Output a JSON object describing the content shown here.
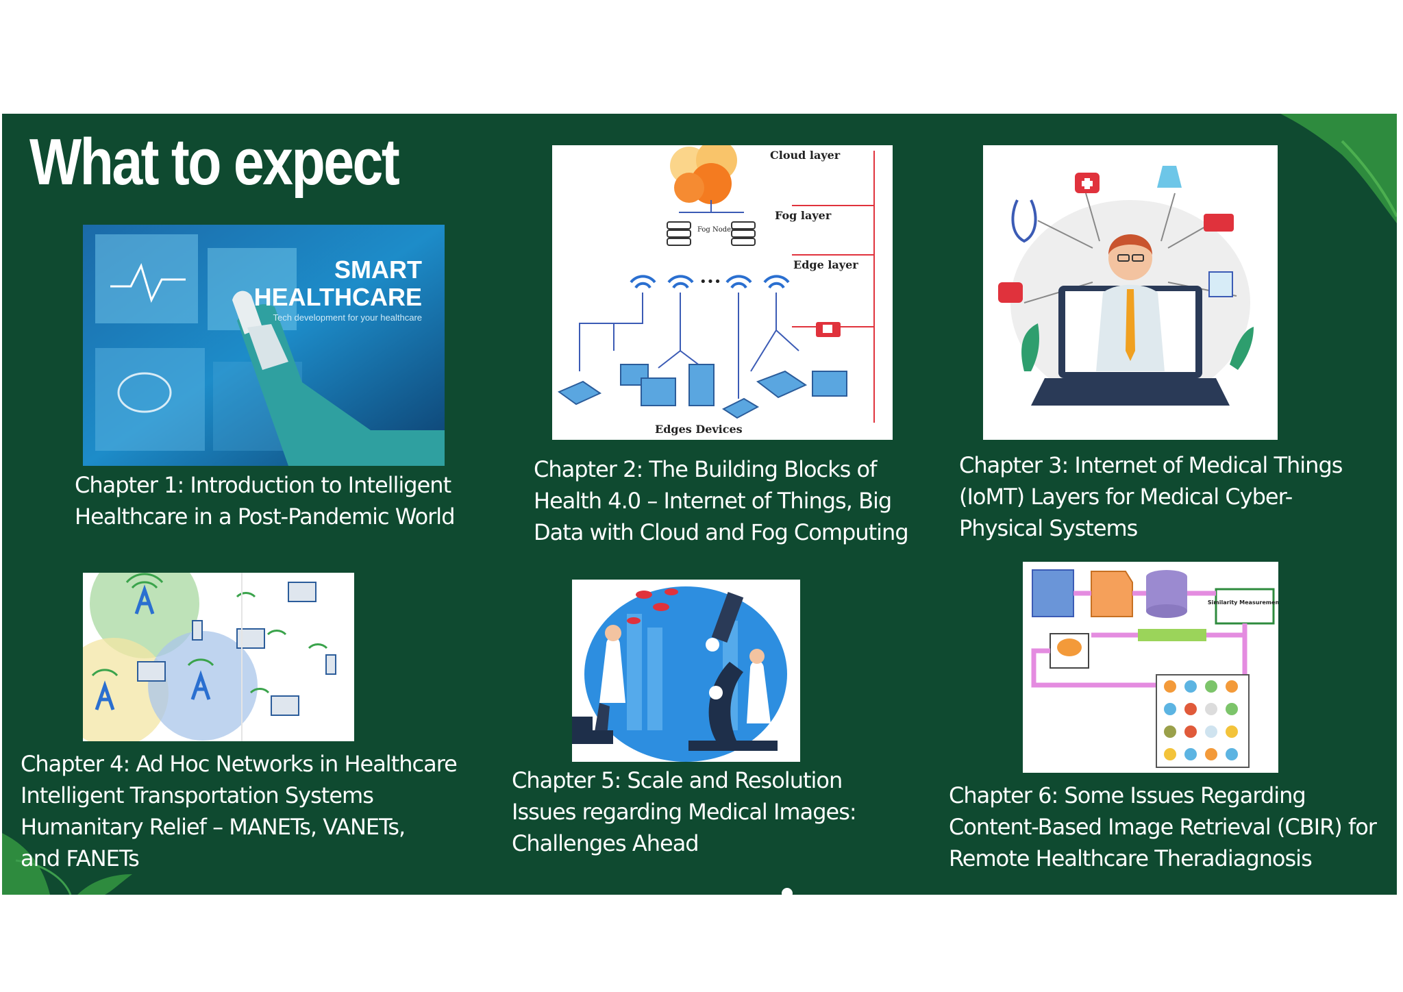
{
  "slide": {
    "title": "What to expect",
    "colors": {
      "background": "#0f4a30",
      "accent_green": "#2e8b3e",
      "text": "#ffffff"
    }
  },
  "chapters": [
    {
      "lines": [
        "Chapter 1: Introduction to Intelligent",
        "Healthcare in a Post-Pandemic World"
      ],
      "image": {
        "heading_line1": "SMART",
        "heading_line2": "HEALTHCARE",
        "tagline": "Tech development for your healthcare"
      }
    },
    {
      "lines": [
        "Chapter 2: The Building Blocks of",
        "Health 4.0 – Internet of Things, Big",
        "Data with Cloud and Fog Computing"
      ],
      "image": {
        "cloud_layer": "Cloud layer",
        "fog_layer": "Fog layer",
        "fog_nodes": "Fog Nodes",
        "edge_layer": "Edge layer",
        "edge_devices": "Edges Devices"
      }
    },
    {
      "lines": [
        "Chapter 3:  Internet of Medical Things",
        "(IoMT) Layers for Medical Cyber-",
        "Physical Systems"
      ]
    },
    {
      "lines": [
        "Chapter 4: Ad Hoc Networks in Healthcare",
        "Intelligent Transportation Systems",
        "Humanitary Relief – MANETs, VANETs,",
        "and FANETs"
      ]
    },
    {
      "lines": [
        "Chapter 5:   Scale and Resolution",
        "Issues regarding Medical Images:",
        "Challenges Ahead"
      ]
    },
    {
      "lines": [
        "Chapter 6:  Some Issues Regarding",
        "Content-Based Image Retrieval (CBIR) for",
        "Remote Healthcare Theradiagnosis"
      ],
      "image": {
        "similarity": "Similarity Measurement"
      }
    }
  ]
}
